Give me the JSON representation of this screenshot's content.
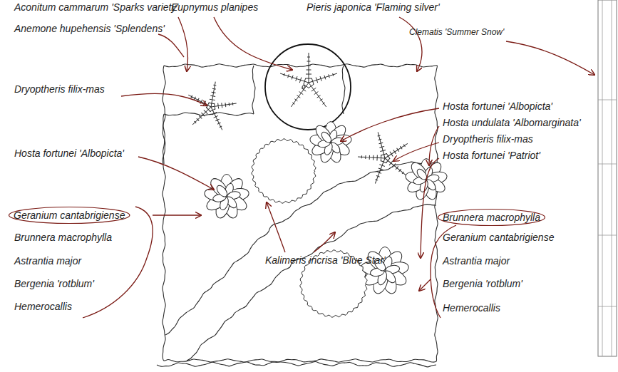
{
  "diagram": {
    "nodes": [
      {
        "text": [
          "Geranium cantabrigiense"
        ]
      },
      {
        "text": [
          "Brunnera macrophylla"
        ]
      }
    ],
    "labels": [
      "Aconitum cammarum 'Sparks variety'",
      "Eupnymus planipes",
      "Pieris japonica 'Flaming silver'",
      "Anemone hupehensis 'Splendens'",
      "Clematis 'Summer Snow'",
      "Dryoptheris filix-mas",
      "Hosta fortunei 'Albopicta'",
      "Hosta undulata 'Albomarginata'",
      "Hosta fortunei 'Albopicta'",
      "Dryoptheris filix-mas",
      "Hosta fortunei 'Patriot'",
      "Brunnera macrophylla",
      "Geranium cantabrigiense",
      "Astrantia major",
      "Kalimeris incrisa 'Blue Star'",
      "Astrantia major",
      "Bergenia 'rotblum'",
      "Bergenia 'rotblum'",
      "Hemerocallis",
      "Hemerocallis"
    ]
  }
}
